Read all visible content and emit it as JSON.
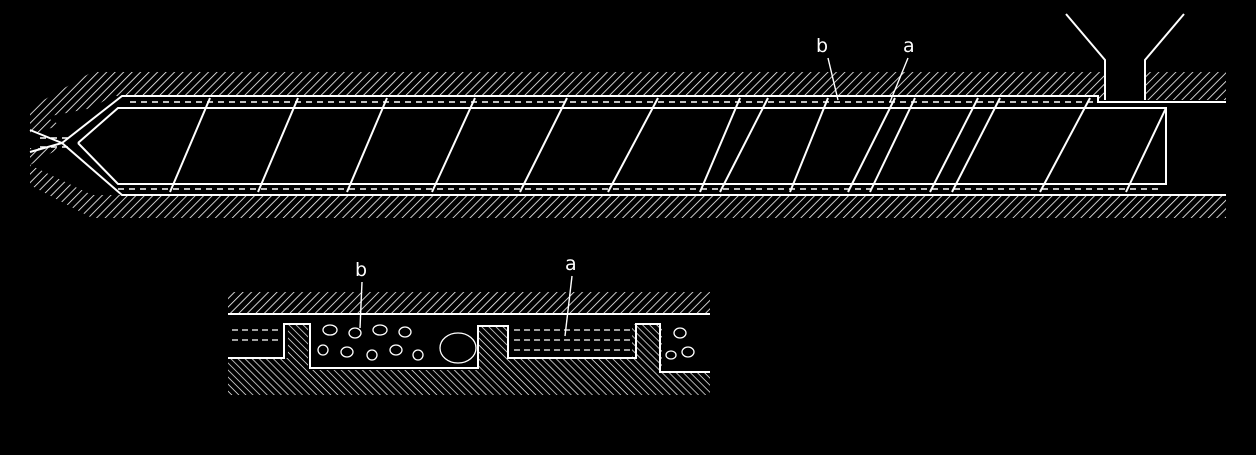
{
  "labels": {
    "barrel_b": "b",
    "barrel_a": "a",
    "detail_b": "b",
    "detail_a": "a"
  },
  "colors": {
    "background": "#000000",
    "line": "#ffffff"
  },
  "icons": {
    "hatch": "hatch-pattern"
  }
}
